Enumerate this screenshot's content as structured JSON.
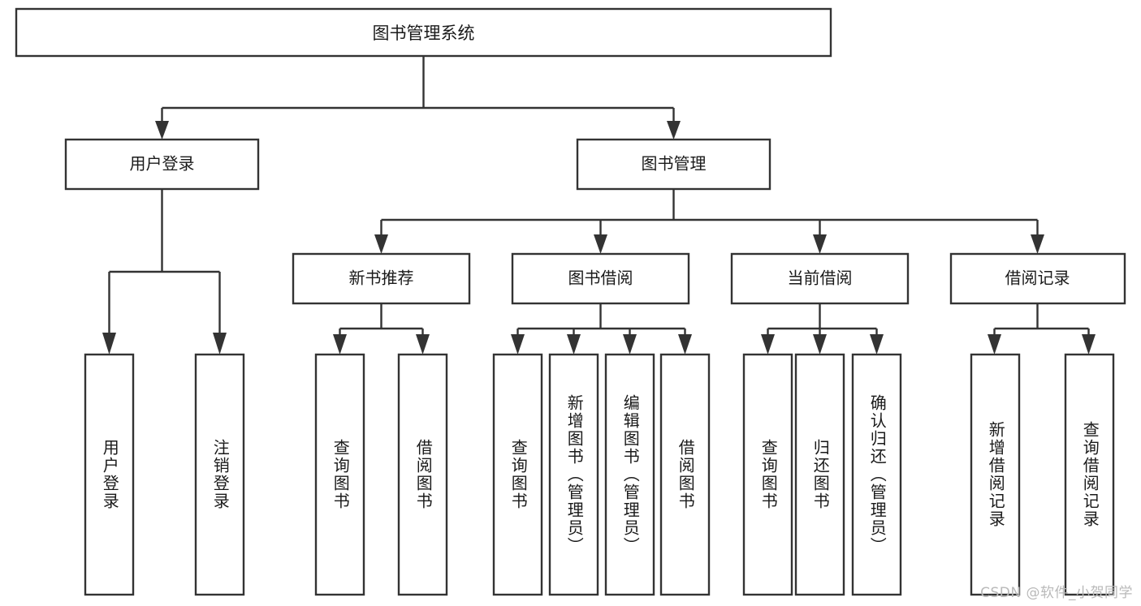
{
  "diagram": {
    "type": "tree",
    "title": "图书管理系统",
    "orientation": "top-down",
    "root": {
      "id": "root",
      "label": "图书管理系统",
      "text_direction": "horizontal"
    },
    "level2": [
      {
        "id": "user-login",
        "label": "用户登录",
        "text_direction": "horizontal"
      },
      {
        "id": "book-manage",
        "label": "图书管理",
        "text_direction": "horizontal"
      }
    ],
    "level3": [
      {
        "id": "new-book-recommend",
        "label": "新书推荐",
        "parent": "book-manage",
        "text_direction": "horizontal"
      },
      {
        "id": "book-borrow",
        "label": "图书借阅",
        "parent": "book-manage",
        "text_direction": "horizontal"
      },
      {
        "id": "current-borrow",
        "label": "当前借阅",
        "parent": "book-manage",
        "text_direction": "horizontal"
      },
      {
        "id": "borrow-record",
        "label": "借阅记录",
        "parent": "book-manage",
        "text_direction": "horizontal"
      }
    ],
    "leaves": [
      {
        "id": "leaf-user-login",
        "label": "用户登录",
        "parent": "user-login",
        "text_direction": "vertical"
      },
      {
        "id": "leaf-user-logout",
        "label": "注销登录",
        "parent": "user-login",
        "text_direction": "vertical"
      },
      {
        "id": "leaf-query-book-rec",
        "label": "查询图书",
        "parent": "new-book-recommend",
        "text_direction": "vertical"
      },
      {
        "id": "leaf-borrow-book-rec",
        "label": "借阅图书",
        "parent": "new-book-recommend",
        "text_direction": "vertical"
      },
      {
        "id": "leaf-query-book-borrow",
        "label": "查询图书",
        "parent": "book-borrow",
        "text_direction": "vertical"
      },
      {
        "id": "leaf-add-book",
        "label": "新增图书（管理员）",
        "parent": "book-borrow",
        "text_direction": "vertical"
      },
      {
        "id": "leaf-edit-book",
        "label": "编辑图书（管理员）",
        "parent": "book-borrow",
        "text_direction": "vertical"
      },
      {
        "id": "leaf-borrow-book",
        "label": "借阅图书",
        "parent": "book-borrow",
        "text_direction": "vertical"
      },
      {
        "id": "leaf-query-book-current",
        "label": "查询图书",
        "parent": "current-borrow",
        "text_direction": "vertical"
      },
      {
        "id": "leaf-return-book",
        "label": "归还图书",
        "parent": "current-borrow",
        "text_direction": "vertical"
      },
      {
        "id": "leaf-confirm-return",
        "label": "确认归还（管理员）",
        "parent": "current-borrow",
        "text_direction": "vertical"
      },
      {
        "id": "leaf-add-record",
        "label": "新增借阅记录",
        "parent": "borrow-record",
        "text_direction": "vertical"
      },
      {
        "id": "leaf-query-record",
        "label": "查询借阅记录",
        "parent": "borrow-record",
        "text_direction": "vertical"
      }
    ]
  },
  "watermark": {
    "text": "CSDN @软件_小贺同学"
  },
  "colors": {
    "stroke": "#333333",
    "box_fill": "#ffffff",
    "text": "#1a1a1a",
    "background": "#ffffff",
    "watermark": "#b9b9b9"
  }
}
